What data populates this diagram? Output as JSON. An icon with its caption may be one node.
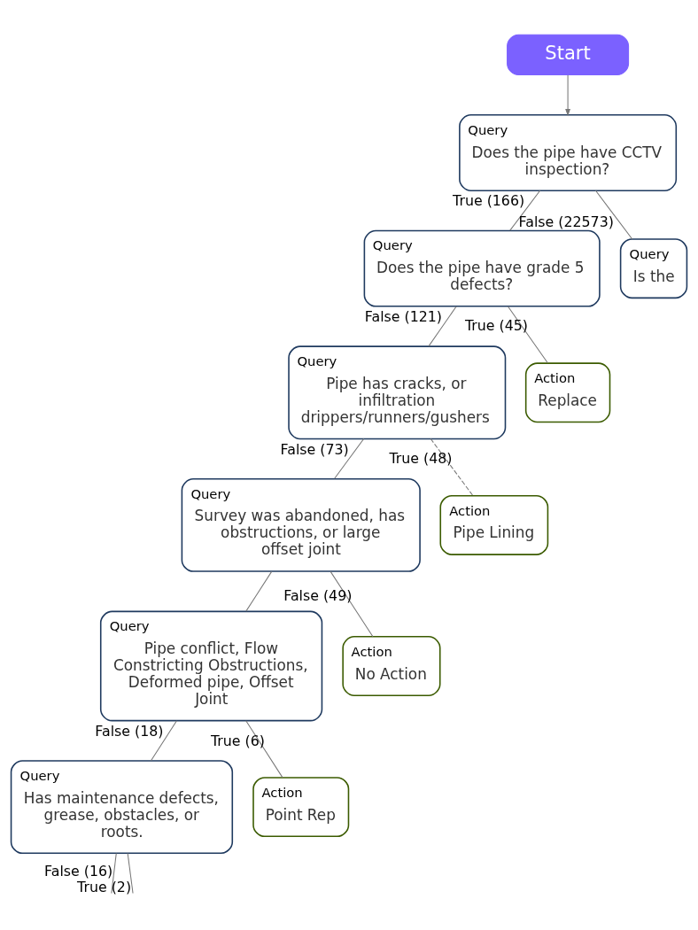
{
  "diagram": {
    "nodes": [
      {
        "text": [
          "Start"
        ]
      },
      {
        "text": [
          "Query",
          "Does the pipe have CCTV inspection?"
        ]
      },
      {
        "text": [
          "Query",
          "Does the pipe have grade 5 defects?"
        ]
      },
      {
        "text": [
          "Query",
          "Is the"
        ]
      },
      {
        "text": [
          "Query",
          "Pipe has cracks, or infiltration drippers/runners/gushers"
        ]
      },
      {
        "text": [
          "Action",
          "Replace"
        ]
      },
      {
        "text": [
          "Query",
          "Survey was abandoned, has obstructions, or large offset joint"
        ]
      },
      {
        "text": [
          "Action",
          "Pipe Lining"
        ]
      },
      {
        "text": [
          "Query",
          "Pipe conflict, Flow Constricting Obstructions, Deformed pipe, Offset Joint"
        ]
      },
      {
        "text": [
          "Action",
          "No Action"
        ]
      },
      {
        "text": [
          "Query",
          "Has maintenance defects, grease, obstacles, or roots."
        ]
      },
      {
        "text": [
          "Action",
          "Point Rep"
        ]
      }
    ],
    "edges": [
      {
        "from": 0,
        "to": 1,
        "arrow": "to"
      },
      {
        "from": 1,
        "to": 2,
        "arrow": "none",
        "label": "True (166)"
      },
      {
        "from": 1,
        "to": 3,
        "arrow": "none",
        "label": "False (22573)"
      },
      {
        "from": 2,
        "to": 4,
        "arrow": "none",
        "label": "False (121)"
      },
      {
        "from": 2,
        "to": 5,
        "arrow": "none",
        "label": "True (45)"
      },
      {
        "from": 4,
        "to": 6,
        "arrow": "none",
        "label": "False (73)"
      },
      {
        "from": 4,
        "to": 7,
        "arrow": "none",
        "label": "True (48)",
        "style": "dashed"
      },
      {
        "from": 6,
        "to": 9,
        "arrow": "none",
        "label": "False (49)"
      },
      {
        "from": 6,
        "to": 8,
        "arrow": "none"
      },
      {
        "from": 8,
        "to": 10,
        "arrow": "none",
        "label": "False (18)"
      },
      {
        "from": 8,
        "to": 11,
        "arrow": "none",
        "label": "True (6)"
      },
      {
        "from": 10,
        "to": null,
        "arrow": "none",
        "label": "False (16)"
      },
      {
        "from": 10,
        "to": null,
        "arrow": "none",
        "label": "True (2)"
      }
    ]
  }
}
